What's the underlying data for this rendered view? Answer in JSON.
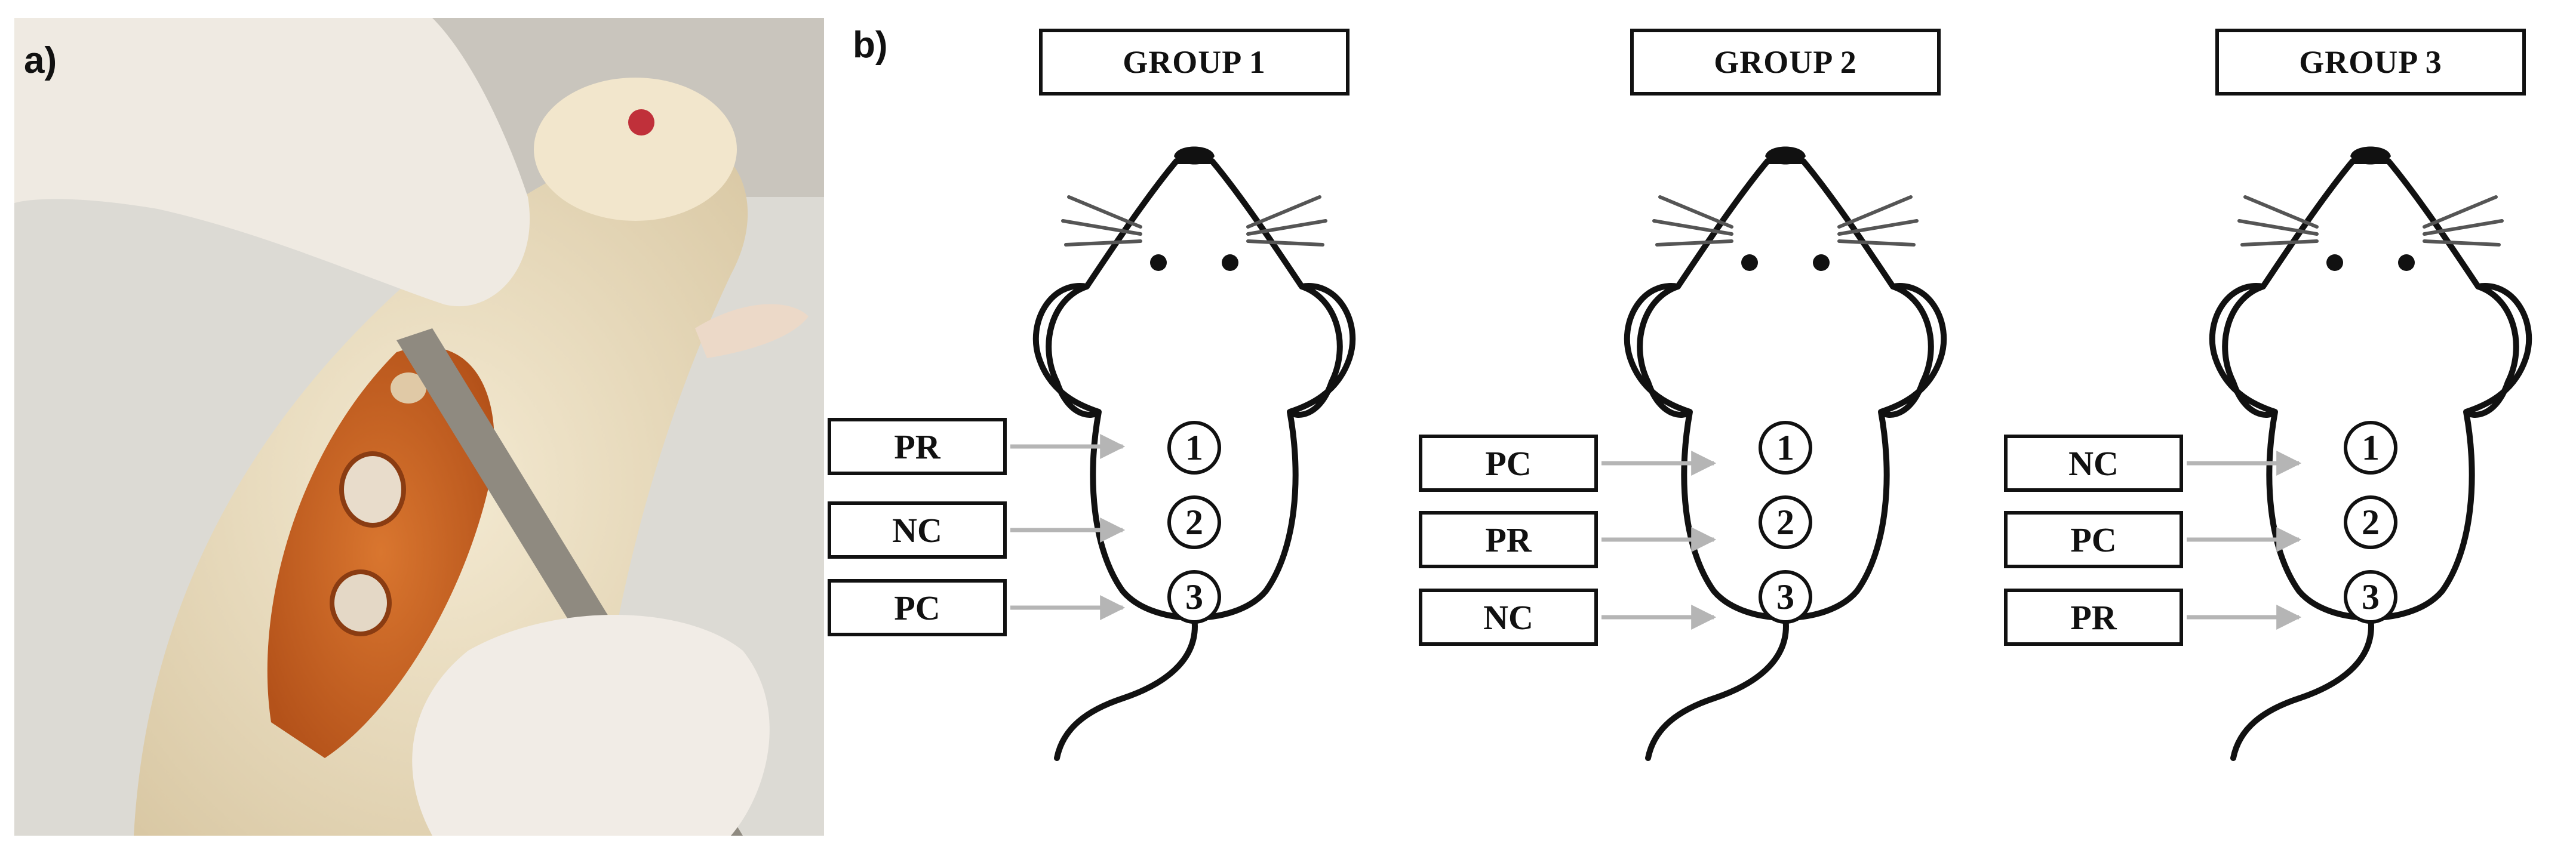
{
  "panels": {
    "a_label": "a)",
    "b_label": "b)"
  },
  "groups": [
    {
      "title": "GROUP 1",
      "tags": [
        "PR",
        "NC",
        "PC"
      ],
      "numbers": [
        "1",
        "2",
        "3"
      ]
    },
    {
      "title": "GROUP 2",
      "tags": [
        "PC",
        "PR",
        "NC"
      ],
      "numbers": [
        "1",
        "2",
        "3"
      ]
    },
    {
      "title": "GROUP 3",
      "tags": [
        "NC",
        "PC",
        "PR"
      ],
      "numbers": [
        "1",
        "2",
        "3"
      ]
    }
  ],
  "colors": {
    "outline": "#111111",
    "arrow": "#b5b5b5",
    "background": "#ffffff",
    "betadine_stain": "#c8601f",
    "fur": "#efe3c8"
  }
}
